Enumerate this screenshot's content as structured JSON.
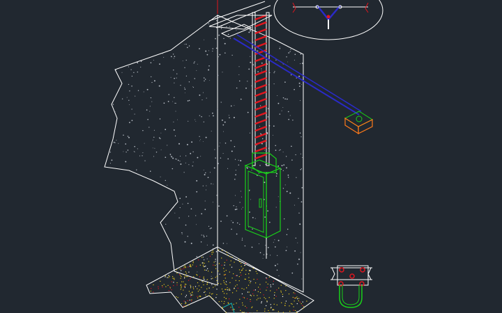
{
  "drawing": {
    "background": "#212830",
    "colors": {
      "outline": "#ffffff",
      "ladder_rail": "#ffffff",
      "ladder_rung": "#e0161e",
      "conduit": "#2a2ac8",
      "panel": "#19d019",
      "junction_box": "#ff7a1a",
      "gravel": "#e6c81a",
      "speckle": "#b8bec6",
      "detail_rod": "#2a2ac8",
      "detail_bolt": "#e0161e",
      "u_bracket": "#19d019",
      "trench_wire": "#18a7a7"
    },
    "elements": {
      "concrete_wall": "wall",
      "cable_ladder": "ladder",
      "electrical_panel": "panel",
      "junction_box": "junction-box",
      "gravel_floor": "floor",
      "insulator_detail": "detail-callout",
      "clamp_detail": "detail-callout"
    }
  }
}
